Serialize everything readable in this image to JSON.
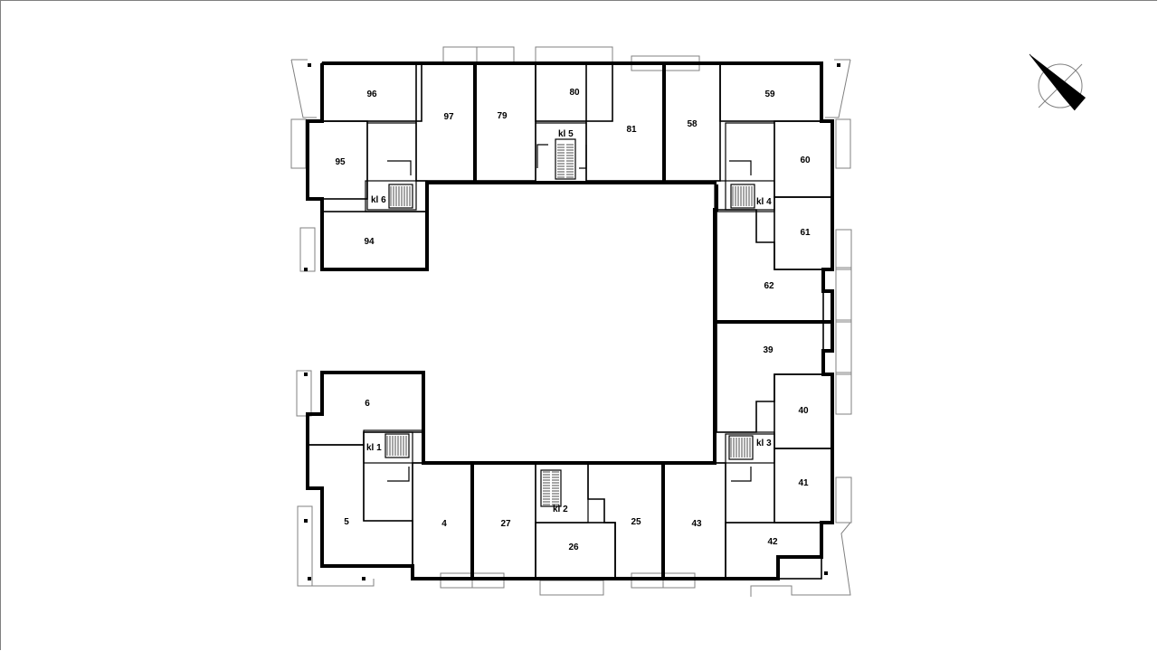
{
  "units": [
    {
      "id": "96",
      "label": "96"
    },
    {
      "id": "97",
      "label": "97"
    },
    {
      "id": "79",
      "label": "79"
    },
    {
      "id": "80",
      "label": "80"
    },
    {
      "id": "81",
      "label": "81"
    },
    {
      "id": "58",
      "label": "58"
    },
    {
      "id": "59",
      "label": "59"
    },
    {
      "id": "95",
      "label": "95"
    },
    {
      "id": "94",
      "label": "94"
    },
    {
      "id": "60",
      "label": "60"
    },
    {
      "id": "61",
      "label": "61"
    },
    {
      "id": "62",
      "label": "62"
    },
    {
      "id": "39",
      "label": "39"
    },
    {
      "id": "40",
      "label": "40"
    },
    {
      "id": "41",
      "label": "41"
    },
    {
      "id": "42",
      "label": "42"
    },
    {
      "id": "43",
      "label": "43"
    },
    {
      "id": "25",
      "label": "25"
    },
    {
      "id": "26",
      "label": "26"
    },
    {
      "id": "27",
      "label": "27"
    },
    {
      "id": "4",
      "label": "4"
    },
    {
      "id": "5",
      "label": "5"
    },
    {
      "id": "6",
      "label": "6"
    }
  ],
  "stairwells": [
    {
      "id": "kl1",
      "label": "kl 1"
    },
    {
      "id": "kl2",
      "label": "kl 2"
    },
    {
      "id": "kl3",
      "label": "kl 3"
    },
    {
      "id": "kl4",
      "label": "kl 4"
    },
    {
      "id": "kl5",
      "label": "kl 5"
    },
    {
      "id": "kl6",
      "label": "kl 6"
    }
  ],
  "compass": {
    "icon": "north-arrow-icon"
  }
}
